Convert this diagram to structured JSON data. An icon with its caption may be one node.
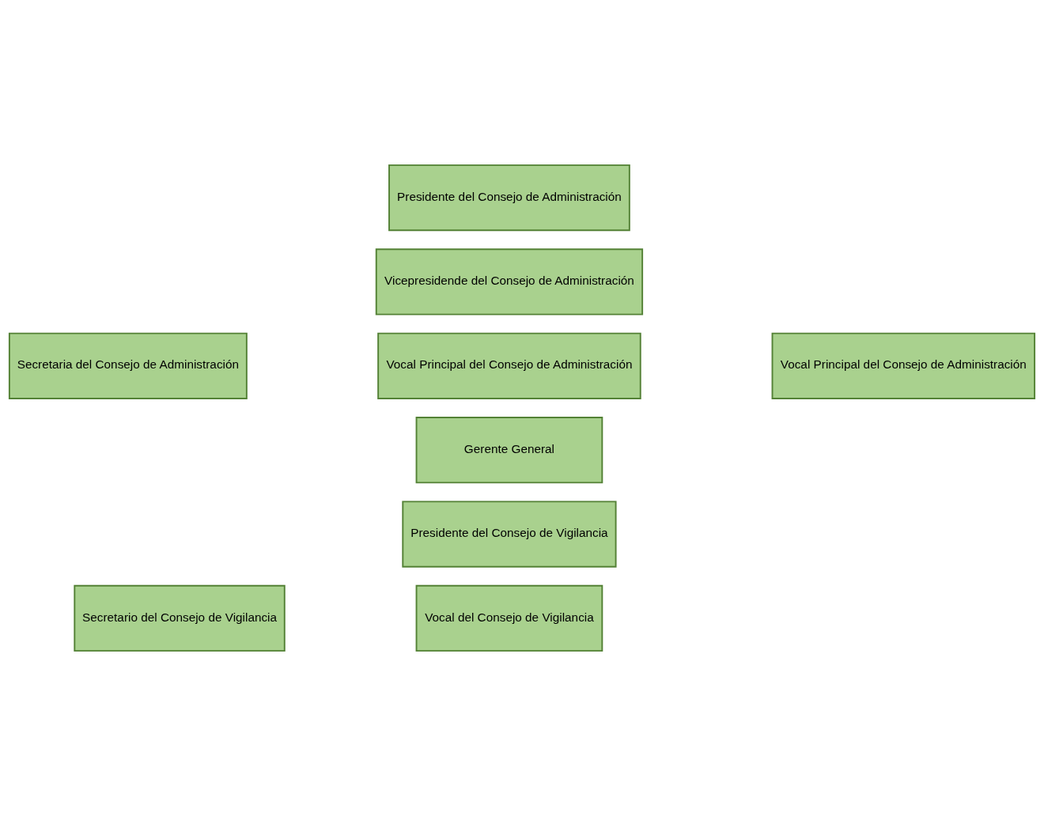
{
  "diagram": {
    "nodes": [
      {
        "text": [
          "Presidente del Consejo de Administración"
        ]
      },
      {
        "text": [
          "Vicepresidende del Consejo de Administración"
        ]
      },
      {
        "text": [
          "Secretaria del Consejo de Administración"
        ]
      },
      {
        "text": [
          "Vocal Principal del Consejo de Administración"
        ]
      },
      {
        "text": [
          "Vocal Principal del Consejo de Administración"
        ]
      },
      {
        "text": [
          "Gerente General"
        ]
      },
      {
        "text": [
          "Presidente del Consejo de Vigilancia"
        ]
      },
      {
        "text": [
          "Secretario del Consejo de Vigilancia"
        ]
      },
      {
        "text": [
          "Vocal del Consejo de Vigilancia"
        ]
      }
    ],
    "edges": []
  }
}
